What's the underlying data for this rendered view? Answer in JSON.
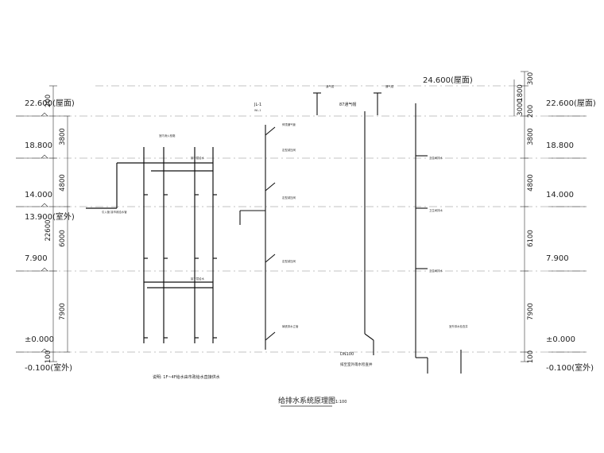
{
  "title": "给排水系统原理图",
  "title_scale": "1:100",
  "left_levels": [
    "22.600(屋面)",
    "18.800",
    "14.000",
    "13.900(室外)",
    "7.900",
    "±0.000",
    "-0.100(室外)"
  ],
  "right_levels": [
    "24.600(屋面)",
    "22.600(屋面)",
    "18.800",
    "14.000",
    "7.900",
    "±0.000",
    "-0.100(室外)"
  ],
  "left_dims": [
    "200",
    "3800",
    "4800",
    "6000",
    "7900",
    "100",
    "22600"
  ],
  "right_dims": [
    "300",
    "1800",
    "200",
    "3800",
    "4800",
    "6100",
    "7900",
    "100",
    "3000"
  ],
  "note_supply": "说明: 1F~4F给水由市政给水直接供水",
  "labels": {
    "roof_vent": "87通气帽",
    "riser_jl": "JL-1",
    "pipe_label": "DN100",
    "outlet_note": "排至室外雨水检查井"
  }
}
